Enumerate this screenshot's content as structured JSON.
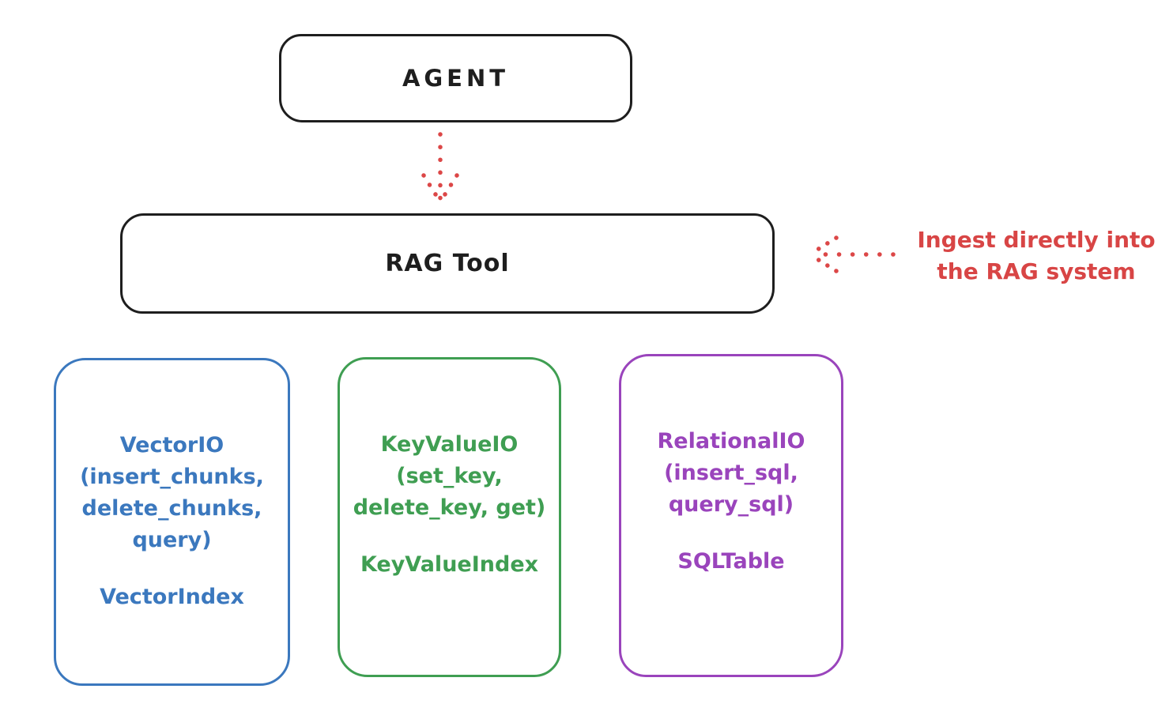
{
  "diagram": {
    "title_hint": "RAG Tool architecture sketch",
    "agent_box": {
      "label": "AGENT"
    },
    "rag_tool_box": {
      "label": "RAG Tool"
    },
    "annotation": {
      "text": "Ingest directly into\nthe RAG system"
    },
    "arrows": [
      {
        "name": "agent-to-rag-tool",
        "style": "dotted",
        "direction": "down",
        "color": "#dc4747"
      },
      {
        "name": "annotation-to-rag-tool",
        "style": "dotted",
        "direction": "left",
        "color": "#dc4747"
      }
    ],
    "io_boxes": [
      {
        "name": "vector-io",
        "body": "VectorIO\n(insert_chunks,\ndelete_chunks,\nquery)",
        "index_label": "VectorIndex",
        "color": "#3b78be"
      },
      {
        "name": "keyvalue-io",
        "body": "KeyValueIO\n(set_key,\ndelete_key, get)",
        "index_label": "KeyValueIndex",
        "color": "#3f9e52"
      },
      {
        "name": "relational-io",
        "body": "RelationalIO\n(insert_sql,\nquery_sql)",
        "index_label": "SQLTable",
        "color": "#9a44bc"
      }
    ],
    "colors": {
      "stroke_black": "#1e1e1e",
      "accent_red": "#dc4747",
      "accent_blue": "#3b78be",
      "accent_green": "#3f9e52",
      "accent_purple": "#9a44bc",
      "background": "#ffffff"
    }
  }
}
